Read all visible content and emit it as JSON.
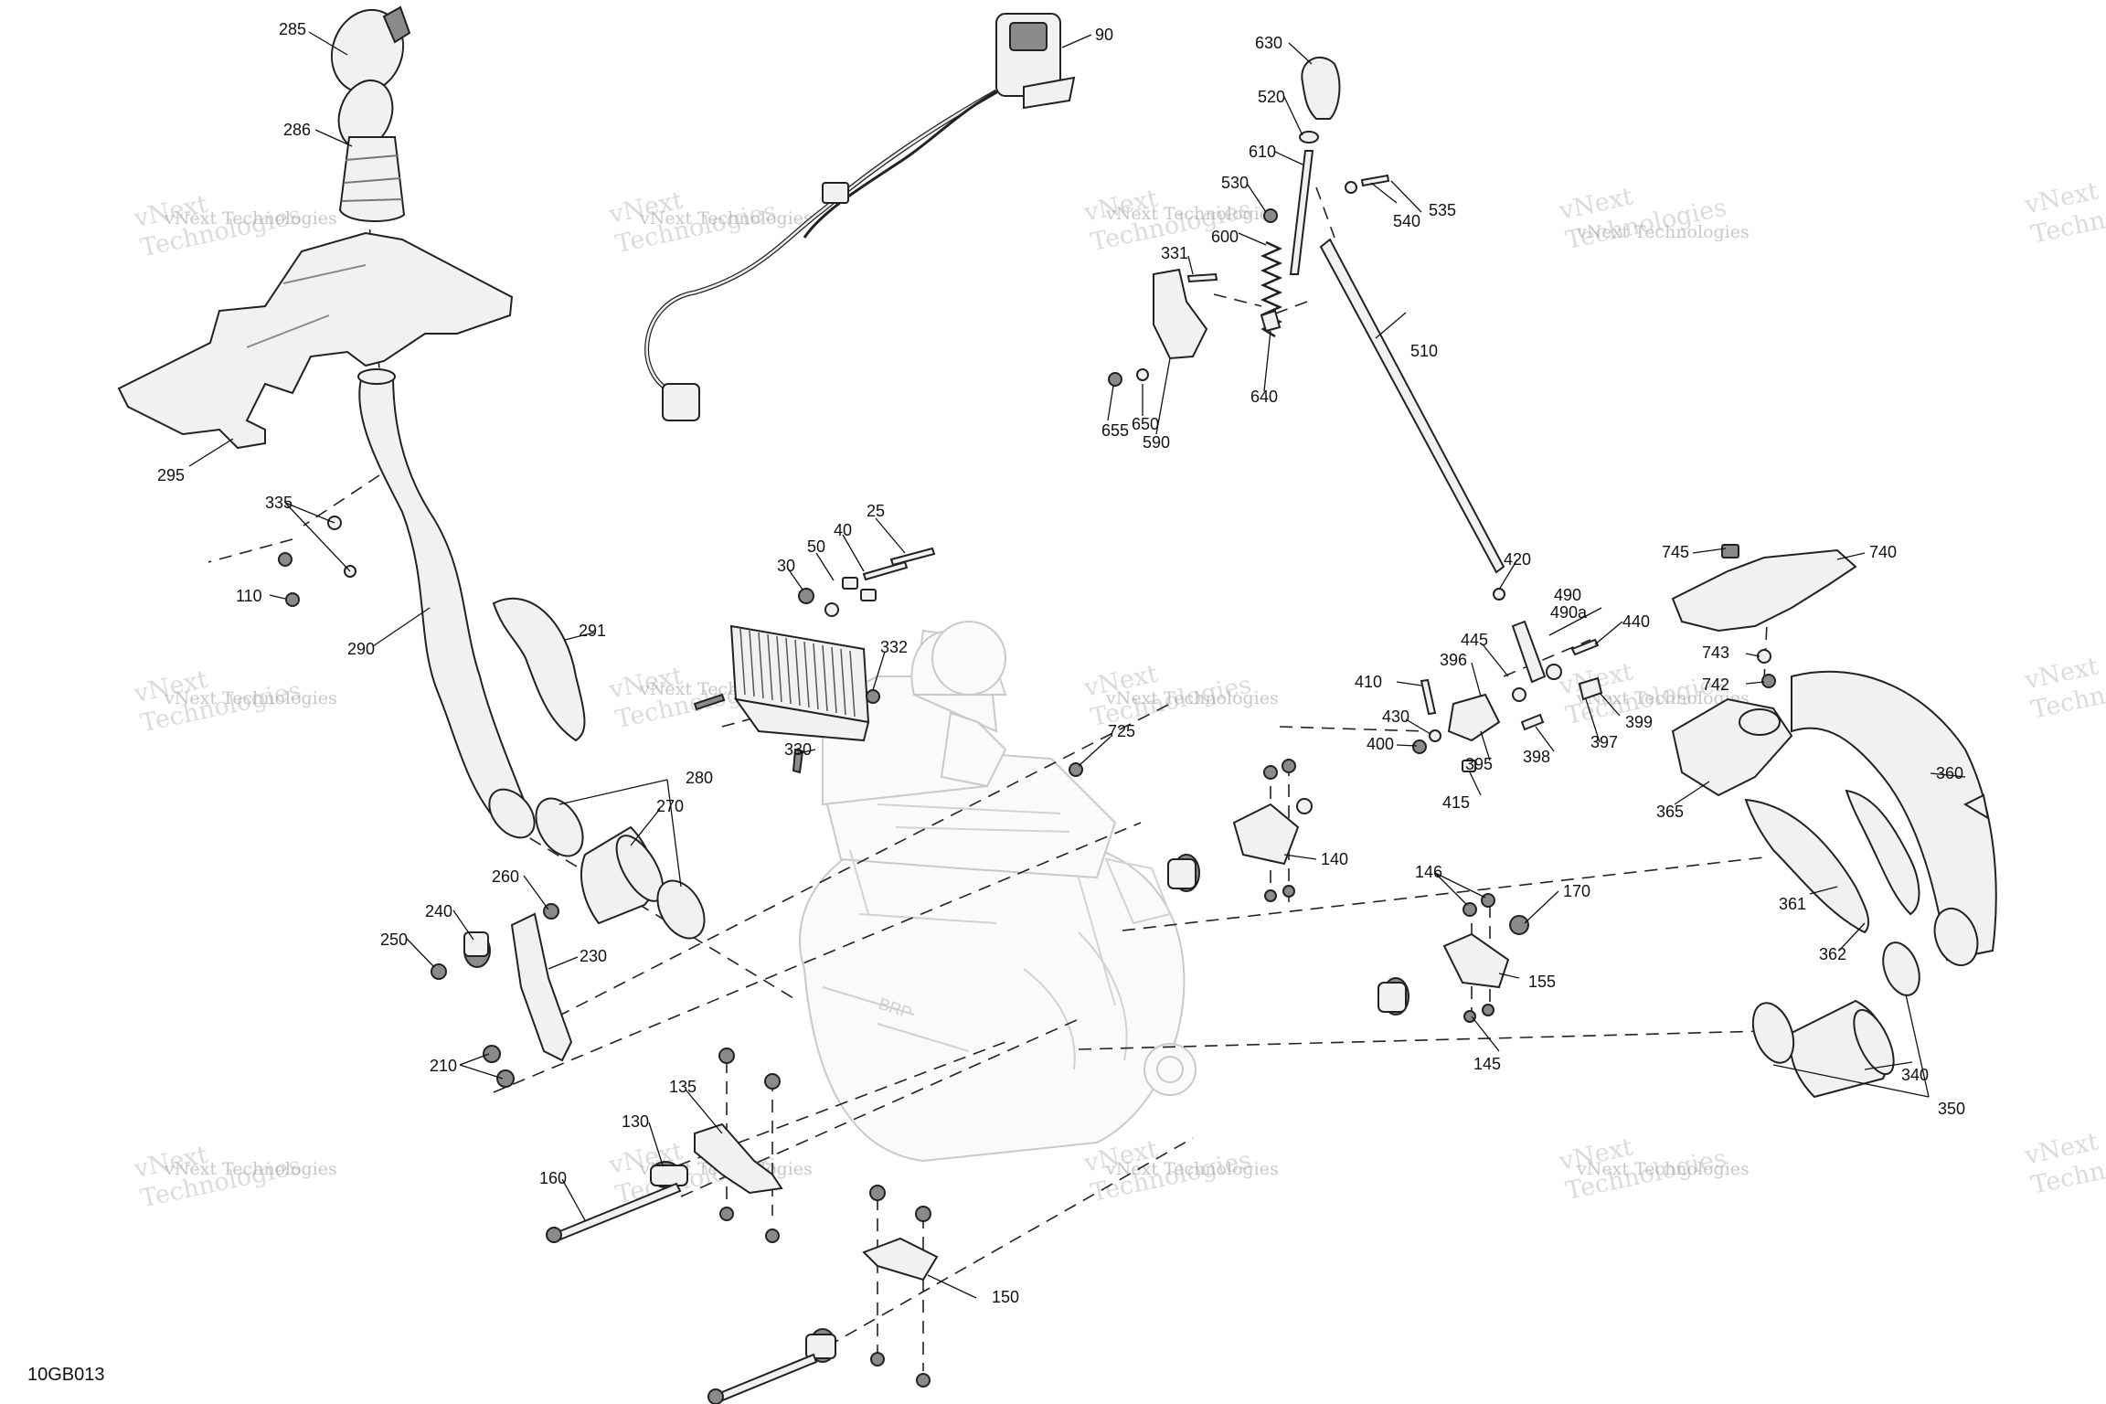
{
  "diagram_code": "10GB013",
  "watermark": {
    "line1": "vNext",
    "line2": "Technologies",
    "small": "vNext Technologies"
  },
  "callouts": [
    {
      "id": "c285",
      "text": "285"
    },
    {
      "id": "c286",
      "text": "286"
    },
    {
      "id": "c295",
      "text": "295"
    },
    {
      "id": "c335",
      "text": "335"
    },
    {
      "id": "c110",
      "text": "110"
    },
    {
      "id": "c290",
      "text": "290"
    },
    {
      "id": "c291",
      "text": "291"
    },
    {
      "id": "c280",
      "text": "280"
    },
    {
      "id": "c270",
      "text": "270"
    },
    {
      "id": "c260",
      "text": "260"
    },
    {
      "id": "c240",
      "text": "240"
    },
    {
      "id": "c250",
      "text": "250"
    },
    {
      "id": "c230",
      "text": "230"
    },
    {
      "id": "c210",
      "text": "210"
    },
    {
      "id": "c135",
      "text": "135"
    },
    {
      "id": "c130",
      "text": "130"
    },
    {
      "id": "c160",
      "text": "160"
    },
    {
      "id": "c150",
      "text": "150"
    },
    {
      "id": "c90",
      "text": "90"
    },
    {
      "id": "c25",
      "text": "25"
    },
    {
      "id": "c40",
      "text": "40"
    },
    {
      "id": "c50",
      "text": "50"
    },
    {
      "id": "c30",
      "text": "30"
    },
    {
      "id": "c332",
      "text": "332"
    },
    {
      "id": "c330",
      "text": "330"
    },
    {
      "id": "c725",
      "text": "725"
    },
    {
      "id": "c140",
      "text": "140"
    },
    {
      "id": "c630",
      "text": "630"
    },
    {
      "id": "c520",
      "text": "520"
    },
    {
      "id": "c610",
      "text": "610"
    },
    {
      "id": "c530",
      "text": "530"
    },
    {
      "id": "c600",
      "text": "600"
    },
    {
      "id": "c535",
      "text": "535"
    },
    {
      "id": "c540",
      "text": "540"
    },
    {
      "id": "c331",
      "text": "331"
    },
    {
      "id": "c640",
      "text": "640"
    },
    {
      "id": "c655",
      "text": "655"
    },
    {
      "id": "c650",
      "text": "650"
    },
    {
      "id": "c590",
      "text": "590"
    },
    {
      "id": "c510",
      "text": "510"
    },
    {
      "id": "c420",
      "text": "420"
    },
    {
      "id": "c490",
      "text": "490"
    },
    {
      "id": "c490a",
      "text": "490a"
    },
    {
      "id": "c440",
      "text": "440"
    },
    {
      "id": "c445",
      "text": "445"
    },
    {
      "id": "c396",
      "text": "396"
    },
    {
      "id": "c410",
      "text": "410"
    },
    {
      "id": "c430",
      "text": "430"
    },
    {
      "id": "c400",
      "text": "400"
    },
    {
      "id": "c395",
      "text": "395"
    },
    {
      "id": "c398",
      "text": "398"
    },
    {
      "id": "c397",
      "text": "397"
    },
    {
      "id": "c399",
      "text": "399"
    },
    {
      "id": "c415",
      "text": "415"
    },
    {
      "id": "c146",
      "text": "146"
    },
    {
      "id": "c170",
      "text": "170"
    },
    {
      "id": "c155",
      "text": "155"
    },
    {
      "id": "c145",
      "text": "145"
    },
    {
      "id": "c745",
      "text": "745"
    },
    {
      "id": "c740",
      "text": "740"
    },
    {
      "id": "c743",
      "text": "743"
    },
    {
      "id": "c742",
      "text": "742"
    },
    {
      "id": "c365",
      "text": "365"
    },
    {
      "id": "c360",
      "text": "360"
    },
    {
      "id": "c361",
      "text": "361"
    },
    {
      "id": "c362",
      "text": "362"
    },
    {
      "id": "c340",
      "text": "340"
    },
    {
      "id": "c350",
      "text": "350"
    }
  ]
}
